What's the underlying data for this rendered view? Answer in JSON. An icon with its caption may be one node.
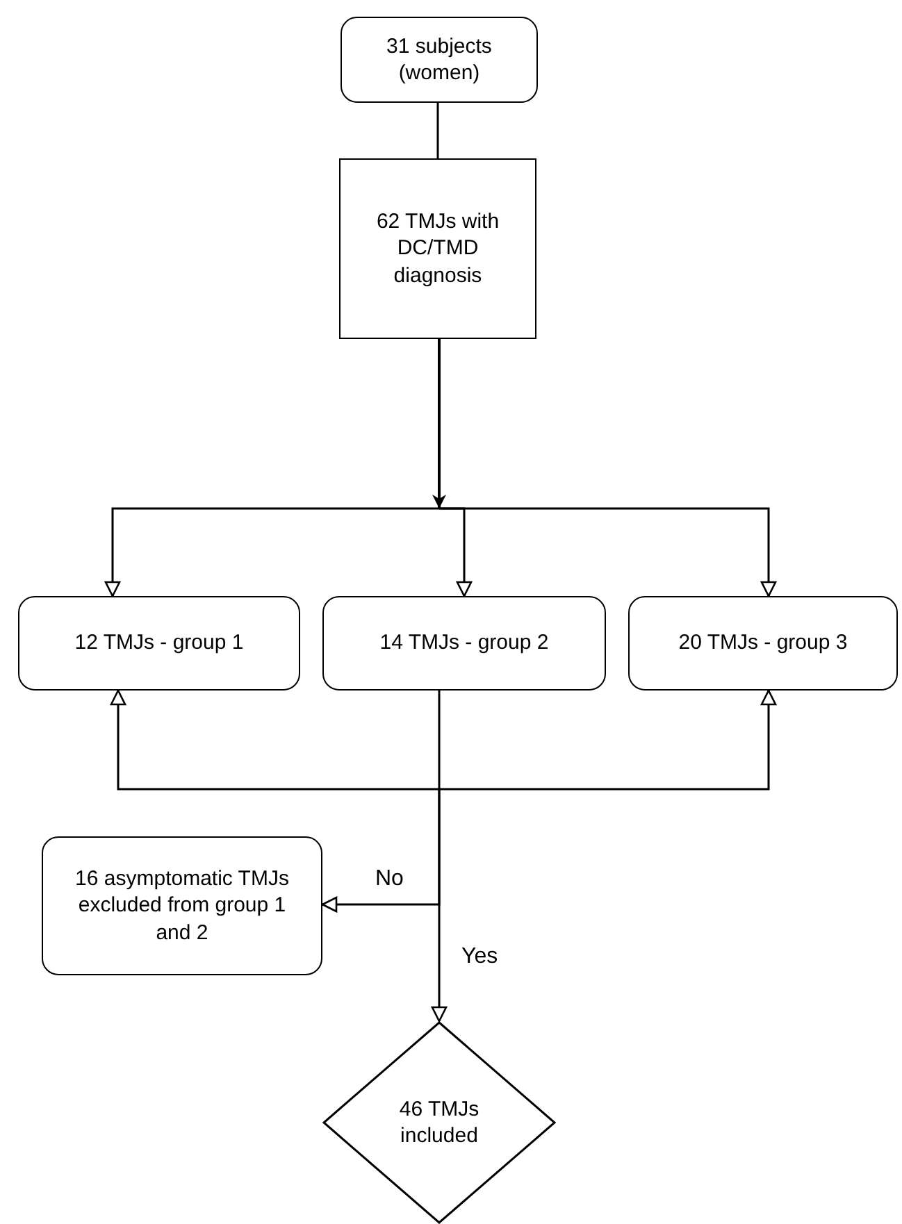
{
  "diagram": {
    "nodes": [
      {
        "text": [
          "31 subjects (women)"
        ]
      },
      {
        "text": [
          "62 TMJs with DC/TMD diagnosis"
        ]
      },
      {
        "text": [
          "12 TMJs - group 1"
        ]
      },
      {
        "text": [
          "14 TMJs - group 2"
        ]
      },
      {
        "text": [
          "20 TMJs - group 3"
        ]
      },
      {
        "text": [
          "16 asymptomatic TMJs excluded from group 1 and 2"
        ]
      },
      {
        "text": [
          "46 TMJs included"
        ]
      }
    ],
    "edges": [
      {
        "from": 0,
        "to": 1,
        "arrow": "none"
      },
      {
        "from": 1,
        "to": 2,
        "arrow": "to"
      },
      {
        "from": 1,
        "to": 3,
        "arrow": "to"
      },
      {
        "from": 1,
        "to": 4,
        "arrow": "to"
      },
      {
        "from": 3,
        "to": 2,
        "arrow": "to"
      },
      {
        "from": 3,
        "to": 4,
        "arrow": "to"
      },
      {
        "from": 3,
        "to": 5,
        "arrow": "to",
        "label": "No"
      },
      {
        "from": 3,
        "to": 6,
        "arrow": "to",
        "label": "Yes"
      }
    ]
  }
}
